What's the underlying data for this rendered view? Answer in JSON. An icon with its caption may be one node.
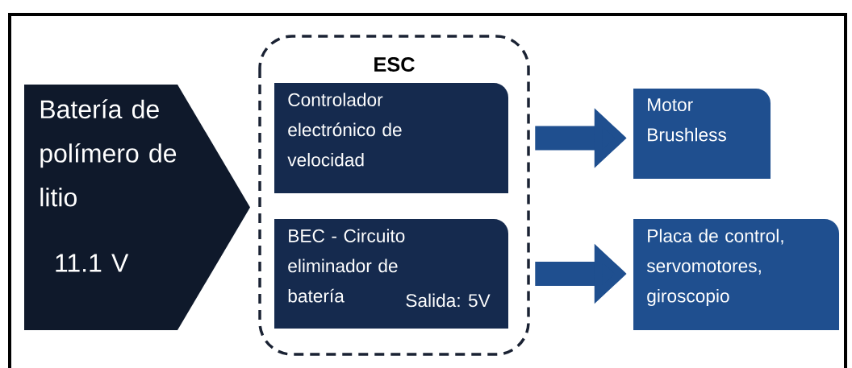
{
  "diagram": {
    "nodes": [
      {
        "text": [
          "Batería de polímero de litio",
          "11.1 V"
        ]
      },
      {
        "text": [
          "ESC"
        ]
      },
      {
        "text": [
          "Controlador electrónico de velocidad"
        ],
        "in": 1
      },
      {
        "text": [
          "BEC - Circuito eliminador de batería",
          "Salida: 5V"
        ],
        "in": 1
      },
      {
        "text": [
          "Motor Brushless"
        ]
      },
      {
        "text": [
          "Placa de control, servomotores, giroscopio"
        ]
      }
    ],
    "edges": [
      {
        "from": 2,
        "to": 4,
        "arrow": "to"
      },
      {
        "from": 3,
        "to": 5,
        "arrow": "to"
      }
    ]
  }
}
